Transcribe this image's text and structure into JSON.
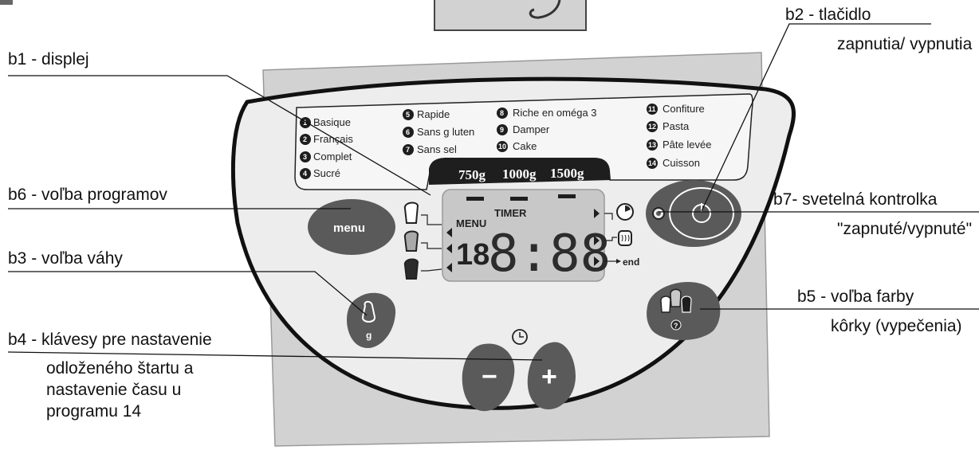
{
  "callouts": {
    "b1": "b1 - displej",
    "b2_line1": "b2 - tlačidlo",
    "b2_line2": "zapnutia/ vypnutia",
    "b6": "b6 - voľba programov",
    "b7_line1": "b7- svetelná kontrolka",
    "b7_line2": "\"zapnuté/vypnuté\"",
    "b3": "b3 - voľba váhy",
    "b5_line1": "b5 - voľba farby",
    "b5_line2": "kôrky (vypečenia)",
    "b4_line1": "b4 - klávesy pre nastavenie",
    "b4_line2": "odloženého štartu a",
    "b4_line3": "nastavenie času u",
    "b4_line4": "programu 14"
  },
  "programs": {
    "col1": [
      {
        "num": "1",
        "label": "Basique"
      },
      {
        "num": "2",
        "label": "Français"
      },
      {
        "num": "3",
        "label": "Complet"
      },
      {
        "num": "4",
        "label": "Sucré"
      }
    ],
    "col2": [
      {
        "num": "5",
        "label": "Rapide"
      },
      {
        "num": "6",
        "label": "Sans g luten"
      },
      {
        "num": "7",
        "label": "Sans sel"
      }
    ],
    "col3": [
      {
        "num": "8",
        "label": "Riche en oméga 3"
      },
      {
        "num": "9",
        "label": "Damper"
      },
      {
        "num": "10",
        "label": "Cake"
      }
    ],
    "col4": [
      {
        "num": "11",
        "label": "Confiture"
      },
      {
        "num": "12",
        "label": "Pasta"
      },
      {
        "num": "13",
        "label": "Pâte levée"
      },
      {
        "num": "14",
        "label": "Cuisson"
      }
    ]
  },
  "weights": [
    "750g",
    "1000g",
    "1500g"
  ],
  "display": {
    "menu": "MENU",
    "timer": "TIMER",
    "program_digits": "18",
    "time_digits": "8:88",
    "end": "end"
  },
  "buttons": {
    "menu": "menu",
    "weight_sub": "g",
    "minus": "−",
    "plus": "+",
    "crust_sub": "?"
  },
  "colors": {
    "panel": "#d2d2d2",
    "face": "#ededed",
    "button": "#5a5a5a",
    "lcd": "#c8c8c8"
  }
}
